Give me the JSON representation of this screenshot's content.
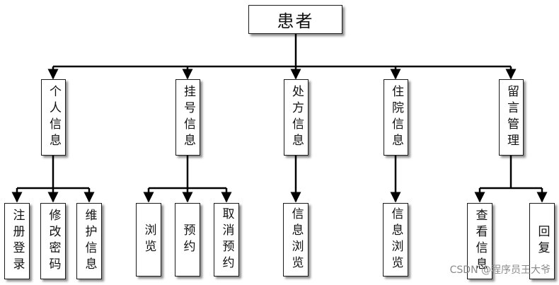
{
  "root": {
    "label": "患者"
  },
  "categories": [
    {
      "label": "个人信息",
      "children": [
        "注册登录",
        "修改密码",
        "维护信息"
      ]
    },
    {
      "label": "挂号信息",
      "children": [
        "浏览",
        "预约",
        "取消预约"
      ]
    },
    {
      "label": "处方信息",
      "children": [
        "信息浏览"
      ]
    },
    {
      "label": "住院信息",
      "children": [
        "信息浏览"
      ]
    },
    {
      "label": "留言管理",
      "children": [
        "查看信息",
        "回复"
      ]
    }
  ],
  "watermark": "CSDN @程序员王大爷"
}
